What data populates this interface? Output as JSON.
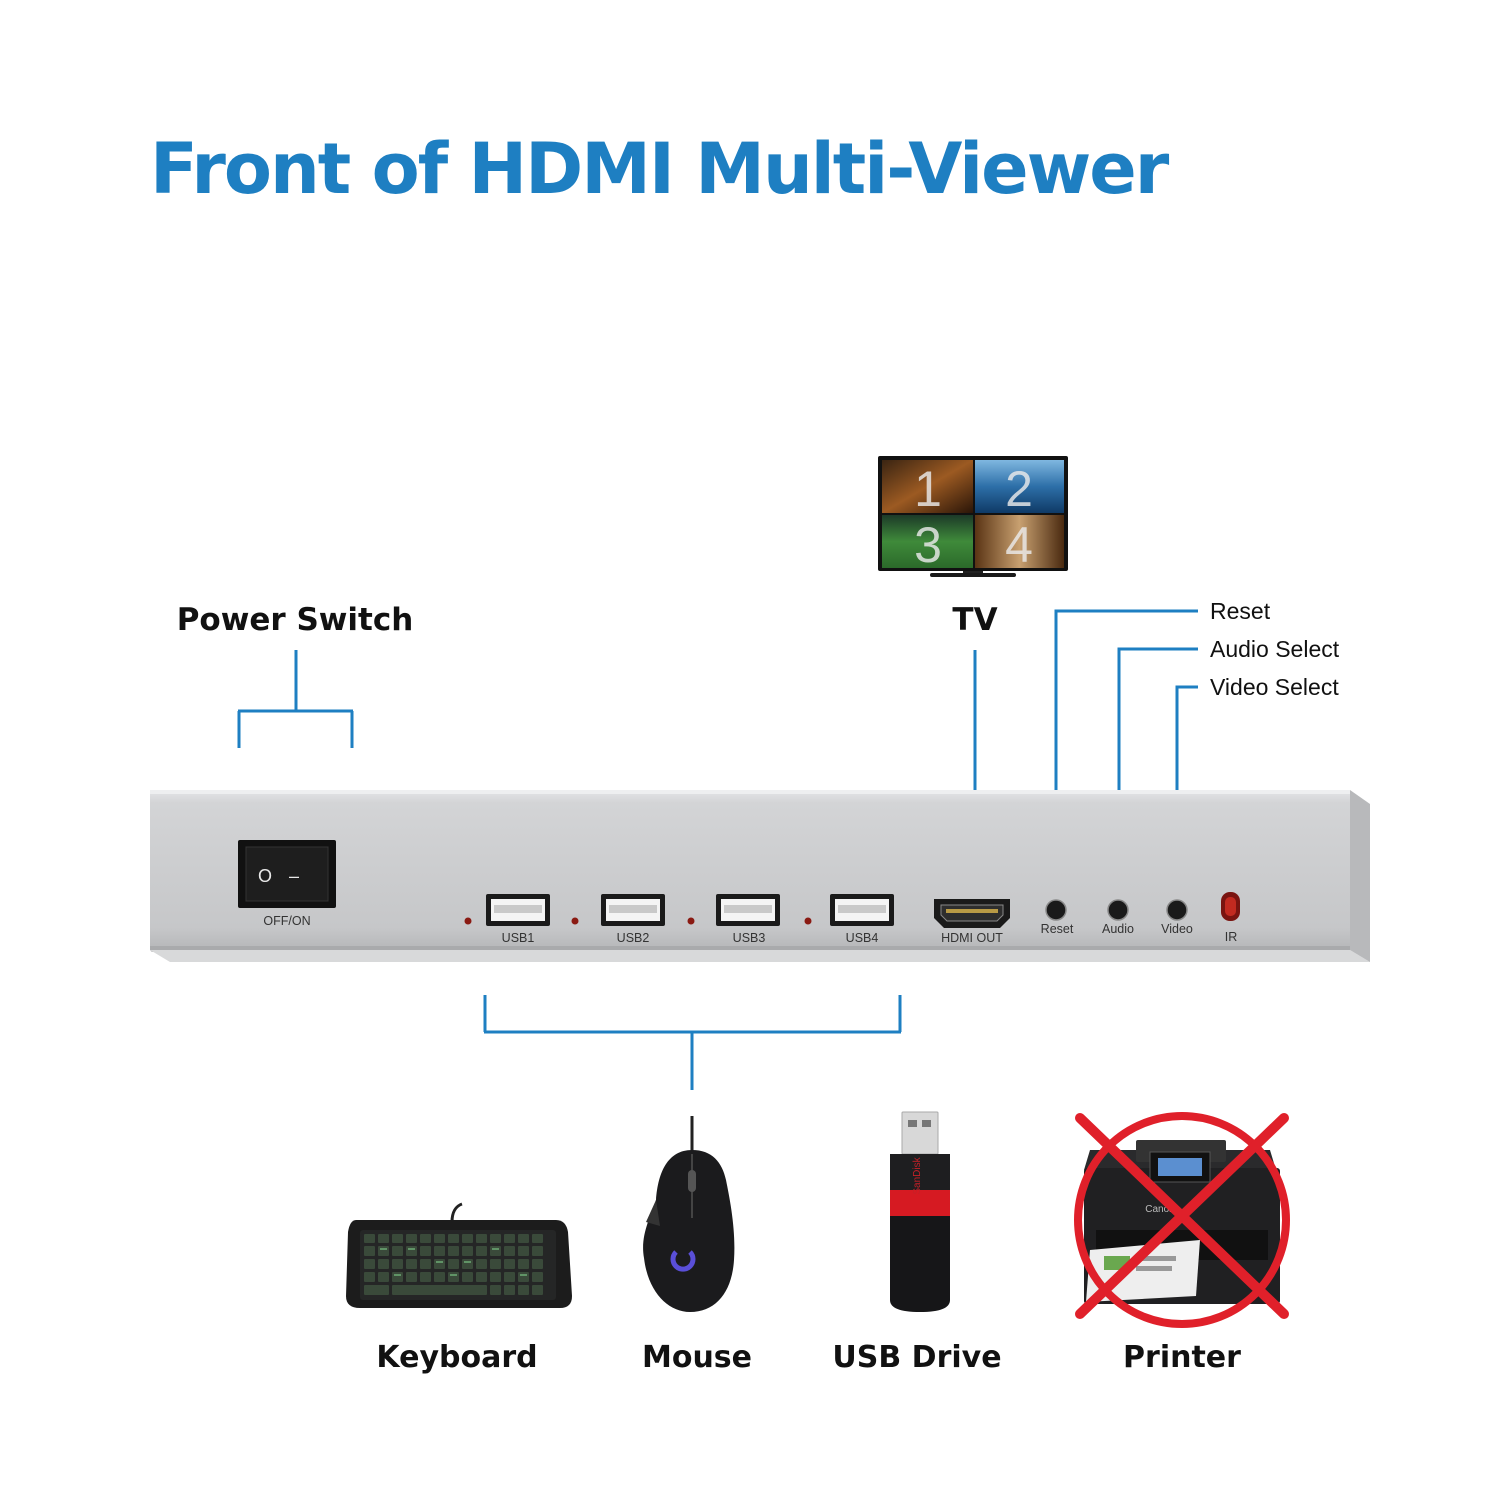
{
  "title": "Front of HDMI Multi-Viewer",
  "colors": {
    "accent": "#1e7fc2",
    "panel": "#c9cacc",
    "cross": "#e0202a"
  },
  "callouts": {
    "power_switch": "Power Switch",
    "tv": "TV",
    "reset": "Reset",
    "audio_select": "Audio Select",
    "video_select": "Video Select"
  },
  "tv_screen": {
    "tiles": [
      "1",
      "2",
      "3",
      "4"
    ]
  },
  "panel": {
    "switch_label": "OFF/ON",
    "switch_symbols": [
      "O",
      "–"
    ],
    "usb_ports": [
      "USB1",
      "USB2",
      "USB3",
      "USB4"
    ],
    "hdmi_label": "HDMI OUT",
    "buttons": [
      "Reset",
      "Audio",
      "Video"
    ],
    "ir_label": "IR"
  },
  "devices": [
    {
      "name": "Keyboard",
      "icon": "keyboard-icon",
      "supported": true
    },
    {
      "name": "Mouse",
      "icon": "mouse-icon",
      "supported": true
    },
    {
      "name": "USB Drive",
      "icon": "usb-drive-icon",
      "supported": true
    },
    {
      "name": "Printer",
      "icon": "printer-icon",
      "supported": false
    }
  ],
  "usb_drive_brand": "SanDisk",
  "printer_brand": "Canon"
}
